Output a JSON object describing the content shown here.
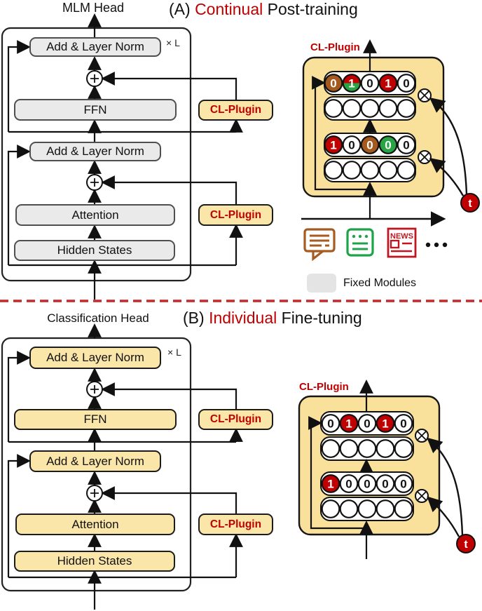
{
  "colors": {
    "accent_red": "#C00000",
    "mask_red": "#C00000",
    "mask_brown": "#A4591F",
    "mask_green": "#28A445",
    "box_gray": "#EAEAEA",
    "box_yellow": "#FBE6A9",
    "plugin_panel_yellow": "#F9E19C",
    "divider_red": "#C62829",
    "news_red": "#BF1722",
    "chat_brown": "#A55B22",
    "list_green": "#1FA34A"
  },
  "section_a": {
    "title": {
      "prefix": "(A) ",
      "highlight": "Continual",
      "suffix": " Post-training"
    },
    "head_label": "MLM Head",
    "repeat_label": "× L",
    "blocks": {
      "add_norm_top": "Add & Layer Norm",
      "ffn": "FFN",
      "add_norm_bottom": "Add & Layer Norm",
      "attention": "Attention",
      "hidden_states": "Hidden States",
      "cl_plugin_upper": "CL-Plugin",
      "cl_plugin_lower": "CL-Plugin"
    },
    "detail": {
      "label": "CL-Plugin",
      "task_symbol": "t",
      "rows": [
        {
          "type": "mask",
          "cells": [
            {
              "color": "brown",
              "value": "0"
            },
            {
              "color": "split",
              "value": "1"
            },
            {
              "color": "white",
              "value": "0"
            },
            {
              "color": "red",
              "value": "1"
            },
            {
              "color": "white",
              "value": "0"
            }
          ]
        },
        {
          "type": "empty",
          "cells": []
        },
        {
          "type": "mask",
          "cells": [
            {
              "color": "red",
              "value": "1"
            },
            {
              "color": "white",
              "value": "0"
            },
            {
              "color": "brown",
              "value": "0"
            },
            {
              "color": "green",
              "value": "0"
            },
            {
              "color": "white",
              "value": "0"
            }
          ]
        },
        {
          "type": "empty",
          "cells": []
        }
      ]
    },
    "tasks": {
      "icons": [
        "chat-bubble-icon",
        "notes-icon",
        "news-icon"
      ],
      "news_label": "NEWS",
      "ellipsis": "..."
    },
    "legend_label": "Fixed Modules"
  },
  "section_b": {
    "title": {
      "prefix": "(B) ",
      "highlight": "Individual",
      "suffix": " Fine-tuning"
    },
    "head_label": "Classification Head",
    "repeat_label": "× L",
    "blocks": {
      "add_norm_top": "Add & Layer Norm",
      "ffn": "FFN",
      "add_norm_bottom": "Add & Layer Norm",
      "attention": "Attention",
      "hidden_states": "Hidden States",
      "cl_plugin_upper": "CL-Plugin",
      "cl_plugin_lower": "CL-Plugin"
    },
    "detail": {
      "label": "CL-Plugin",
      "task_symbol": "t",
      "rows": [
        {
          "type": "mask",
          "cells": [
            {
              "color": "white",
              "value": "0"
            },
            {
              "color": "red",
              "value": "1"
            },
            {
              "color": "white",
              "value": "0"
            },
            {
              "color": "red",
              "value": "1"
            },
            {
              "color": "white",
              "value": "0"
            }
          ]
        },
        {
          "type": "empty",
          "cells": []
        },
        {
          "type": "mask",
          "cells": [
            {
              "color": "red",
              "value": "1"
            },
            {
              "color": "white",
              "value": "0"
            },
            {
              "color": "white",
              "value": "0"
            },
            {
              "color": "white",
              "value": "0"
            },
            {
              "color": "white",
              "value": "0"
            }
          ]
        },
        {
          "type": "empty",
          "cells": []
        }
      ]
    }
  }
}
